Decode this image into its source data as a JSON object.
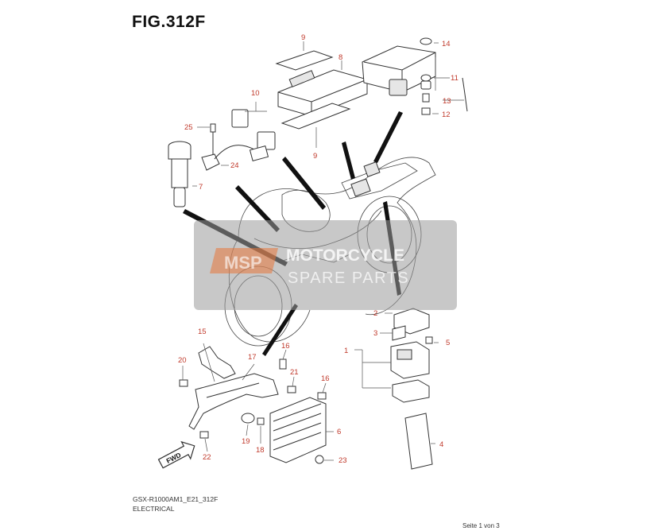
{
  "figure": {
    "title": "FIG.312F",
    "model_code": "GSX-R1000AM1_E21_312F",
    "section": "ELECTRICAL",
    "page_label": "Seite 1 von 3"
  },
  "watermark": {
    "badge": "MSP",
    "line1": "MOTORCYCLE",
    "line2": "SPARE PARTS"
  },
  "direction_badge": "FWD",
  "callouts": [
    "1",
    "2",
    "3",
    "4",
    "5",
    "6",
    "7",
    "8",
    "9",
    "9",
    "10",
    "11",
    "12",
    "13",
    "14",
    "15",
    "16",
    "16",
    "17",
    "18",
    "19",
    "20",
    "21",
    "22",
    "23",
    "24",
    "25"
  ],
  "colors": {
    "callout": "#c0392b",
    "line": "#333333",
    "watermark_bg": "#9a9a9a",
    "watermark_badge": "#e8763a"
  }
}
